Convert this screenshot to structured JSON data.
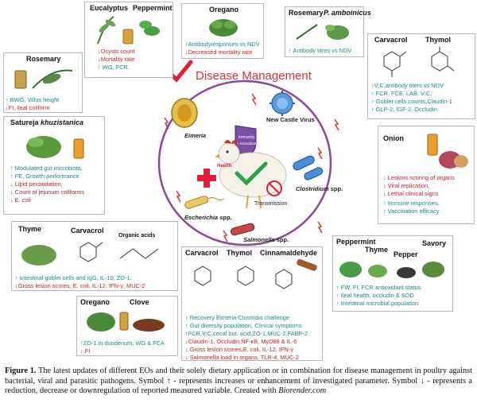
{
  "center": {
    "title": "Disease Management",
    "immunity": "Immunity",
    "antioxidants": "+ Antioxidants",
    "health": "Health",
    "transmission": "Transmission",
    "pathogens": {
      "ndv": "New Castle Virus",
      "eimeria": "Eimeria",
      "clostridium": "Clostridium",
      "clostridium_spp": " spp.",
      "escherichia": "Escherichia",
      "escherichia_spp": " spp.",
      "salmonella": "Salmonella",
      "salmonella_spp": " spp."
    }
  },
  "panels": {
    "euc": {
      "t1": "Eucalyptus",
      "t2": "Peppermint",
      "l1": "↓Ocysts count",
      "l2": "↓Mortality rate",
      "l3": "↑ WG, FCR."
    },
    "oreg1": {
      "t1": "Oregano",
      "l1": "↑Antibodyresponses vs NDV",
      "l2": "↓Decreased mortality rate"
    },
    "rosp": {
      "t1": "Rosemary",
      "t2": "P. amboinicus",
      "l1": "↑ Antibody titres vs NDV"
    },
    "carthy": {
      "t1": "Carvacrol",
      "t2": "Thymol",
      "l1": "↑V;C,antibody titers vs NDV",
      "l2": "↑ FCR, FCE, LAB, V:C,",
      "l3": "↑ Goblet cells counts,Claudin-1",
      "l4": "↑ GLP-2, IGF-2, Occludin"
    },
    "ros": {
      "t1": "Rosemary",
      "l1": "↑ BWG, Villus height",
      "l2": "↓FI, ileal coliform"
    },
    "sat": {
      "t1a": "Satureja ",
      "t1b": "khuzistanica",
      "l1": "↑ Modulated gut microbiota,",
      "l2": "↑ FE, Growth performance",
      "l3": "↓ Lipid peroxidation,",
      "l4": "↓ Count of jejunum coliforms",
      "l5a": "↓ E. ",
      "l5b": "coli"
    },
    "onion": {
      "t1": "Onion",
      "l1": "↓ Lesions scoring of organs",
      "l2": "↓ Viral replication,",
      "l3": "↓ Lethal clinical signs",
      "l4": "↑ Immune responses,",
      "l5": "↑ Vaccination efficacy"
    },
    "thyme": {
      "t1": "Thyme",
      "t2": "Carvacrol",
      "t3": "Organic acids",
      "l1": "↑ Intestinal goblet cells and  IgG, IL-10, ZO-1.",
      "l2": "↓Gross lesion scores, E. coli, IL-12, IFN-γ, MUC-2"
    },
    "pts": {
      "t1": "Peppermint",
      "t2": "Thyme",
      "t3": "Pepper",
      "t4": "Savory",
      "l1": "↑ FW, FI, FCR antioxidant status",
      "l2": "↑ Ileal health, occludin & SOD",
      "l3": "↑ Intestinal microbial population"
    },
    "ctc": {
      "t1": "Carvacrol",
      "t2": "Thymol",
      "t3": "Cinnamaldehyde",
      "l1": "↑ Recovery Eimeria-Clostridia challenge",
      "l2": "↑ Gut diversity population, Clinical symptoms",
      "l3": "↑FCR,V:C,cecal but. acid,ZO-1,MUC-2,FABP-2",
      "l4": "↓Claudin-1, Occludin,NF-κB, MyD88 & IL-6",
      "l5": "↓ Gross lesion scores,E. coli, IL-12, IFN-γ",
      "l6": "↓ Salmonella load in organs, TLR-4, MUC-2"
    },
    "oc": {
      "t1": "Oregano",
      "t2": "Clove",
      "l1": "↑ZO-1 in duodenum, WG & FCA",
      "l2": "↓ FI"
    }
  },
  "caption": {
    "label": "Figure 1.",
    "text1": " The latest updates of different EOs and their solely dietary application or in combination for disease management in poultry against bacterial, viral and parasitic pathogens. Symbol ↑ - represents increases or enhancement of investigated parameter. Symbol ↓ - represents a reduction, decrease or downregulation of reported measured variable. Created with ",
    "biorender": "Biorender.com"
  }
}
